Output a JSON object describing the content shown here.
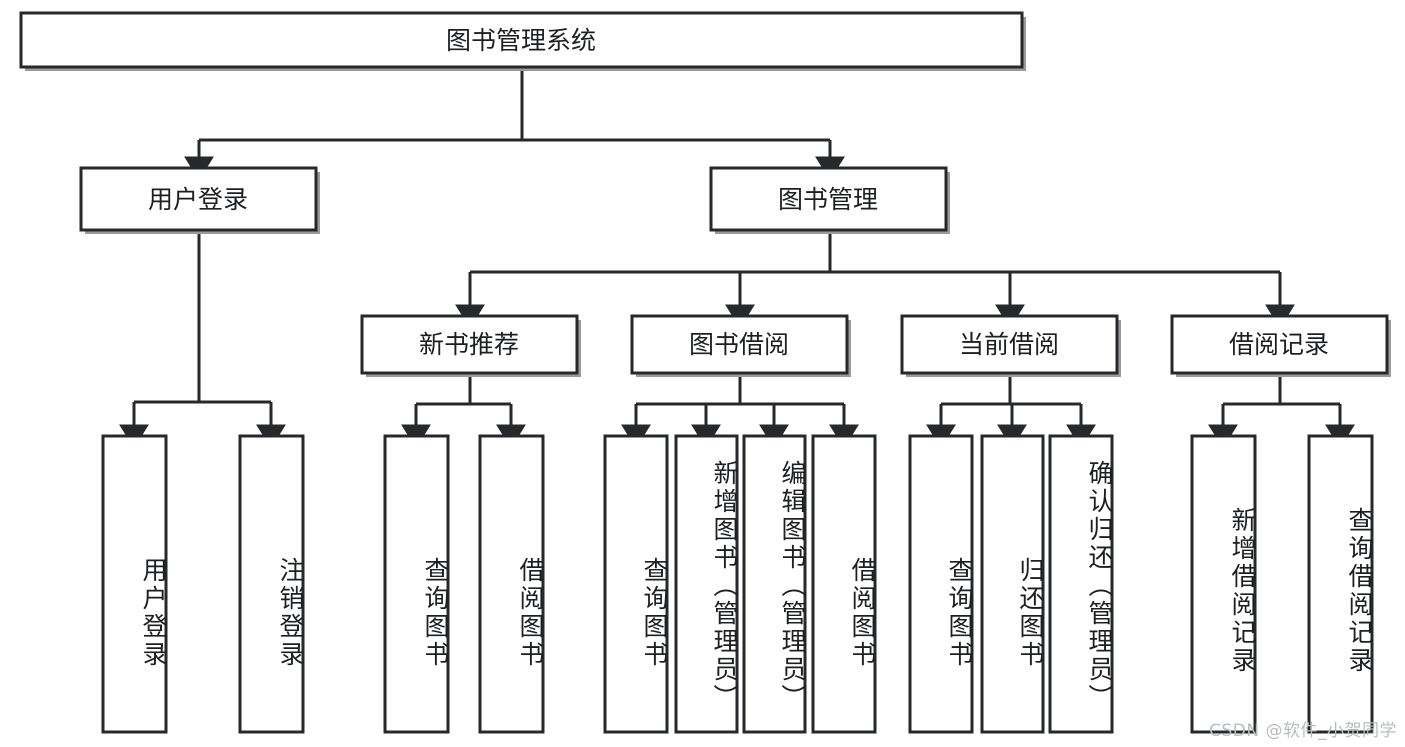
{
  "diagram": {
    "title": "图书管理系统",
    "type": "tree",
    "orientation": "top-down",
    "colors": {
      "box_stroke": "#26282b",
      "box_fill": "#ffffff",
      "text": "#1d1f22",
      "shadow": "#9b9b9b",
      "watermark": "#b9bcc0"
    },
    "levels": {
      "root": {
        "label": "图书管理系统"
      },
      "level2": [
        {
          "id": "user-login",
          "label": "用户登录"
        },
        {
          "id": "book-manage",
          "label": "图书管理"
        }
      ],
      "level3": [
        {
          "id": "new-book-recommend",
          "label": "新书推荐",
          "parent": "book-manage"
        },
        {
          "id": "book-borrow",
          "label": "图书借阅",
          "parent": "book-manage"
        },
        {
          "id": "current-borrow",
          "label": "当前借阅",
          "parent": "book-manage"
        },
        {
          "id": "borrow-record",
          "label": "借阅记录",
          "parent": "book-manage"
        }
      ],
      "leaves": [
        {
          "id": "leaf-user-login",
          "label": "用户登录",
          "parent": "user-login"
        },
        {
          "id": "leaf-logout",
          "label": "注销登录",
          "parent": "user-login"
        },
        {
          "id": "leaf-query-book-1",
          "label": "查询图书",
          "parent": "new-book-recommend"
        },
        {
          "id": "leaf-borrow-book-1",
          "label": "借阅图书",
          "parent": "new-book-recommend"
        },
        {
          "id": "leaf-query-book-2",
          "label": "查询图书",
          "parent": "book-borrow"
        },
        {
          "id": "leaf-add-book",
          "label": "新增图书（管理员）",
          "parent": "book-borrow"
        },
        {
          "id": "leaf-edit-book",
          "label": "编辑图书（管理员）",
          "parent": "book-borrow"
        },
        {
          "id": "leaf-borrow-book-2",
          "label": "借阅图书",
          "parent": "book-borrow"
        },
        {
          "id": "leaf-query-book-3",
          "label": "查询图书",
          "parent": "current-borrow"
        },
        {
          "id": "leaf-return-book",
          "label": "归还图书",
          "parent": "current-borrow"
        },
        {
          "id": "leaf-confirm-return",
          "label": "确认归还（管理员）",
          "parent": "current-borrow"
        },
        {
          "id": "leaf-add-record",
          "label": "新增借阅记录",
          "parent": "borrow-record"
        },
        {
          "id": "leaf-query-record",
          "label": "查询借阅记录",
          "parent": "borrow-record"
        }
      ]
    }
  },
  "watermark": {
    "text": "CSDN @软件_小贺同学"
  }
}
